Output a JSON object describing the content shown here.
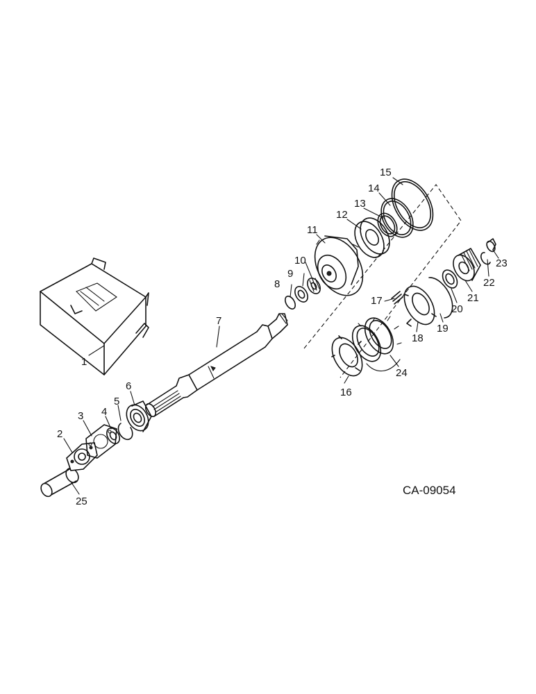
{
  "drawing_code": "CA-09054",
  "callouts": [
    "1",
    "2",
    "3",
    "4",
    "5",
    "6",
    "7",
    "8",
    "9",
    "10",
    "11",
    "12",
    "13",
    "14",
    "15",
    "16",
    "17",
    "18",
    "19",
    "20",
    "21",
    "22",
    "23",
    "24",
    "25"
  ]
}
